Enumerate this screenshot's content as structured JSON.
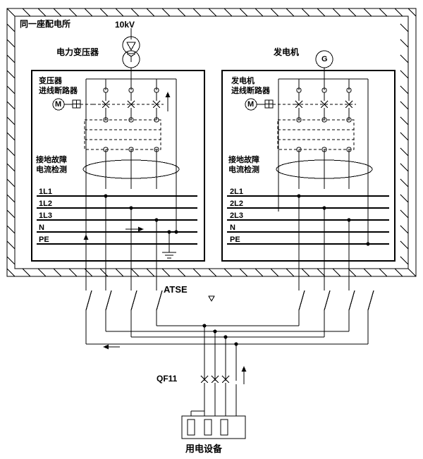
{
  "diagram": {
    "title": "同一座配电所",
    "labels": {
      "substation": "同一座配电所",
      "voltage": "10kV",
      "transformer": "电力变压器",
      "generator": "发电机",
      "generator_symbol": "G",
      "transformer_incoming_breaker_l1": "变压器",
      "transformer_incoming_breaker_l2": "进线断路器",
      "generator_incoming_breaker_l1": "发电机",
      "generator_incoming_breaker_l2": "进线断路器",
      "earth_fault_left_l1": "接地故障",
      "earth_fault_left_l2": "电流检测",
      "earth_fault_right_l1": "接地故障",
      "earth_fault_right_l2": "电流检测",
      "motor_symbol_left": "M",
      "motor_symbol_right": "M",
      "atse": "ATSE",
      "qf11": "QF11",
      "load": "用电设备"
    },
    "bus_left": [
      "1L1",
      "1L2",
      "1L3",
      "N",
      "PE"
    ],
    "bus_right": [
      "2L1",
      "2L2",
      "2L3",
      "N",
      "PE"
    ],
    "colors": {
      "line": "#000000",
      "background": "#ffffff",
      "hatch": "#000000"
    }
  }
}
